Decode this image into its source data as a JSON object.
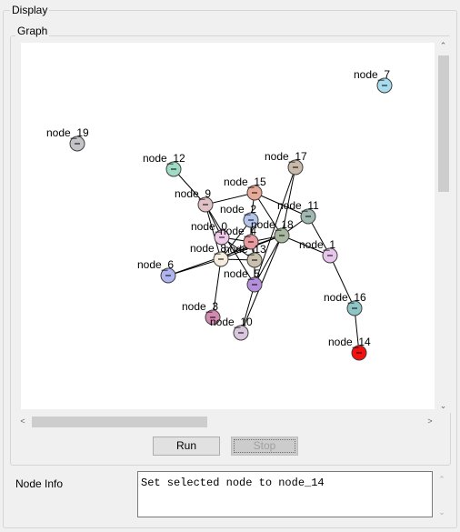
{
  "display": {
    "legend": "Display"
  },
  "graph": {
    "legend": "Graph",
    "colors": {
      "edge": "#000000",
      "node_stroke": "#404040",
      "background": "#ffffff"
    },
    "nodes": [
      {
        "id": "node_0",
        "label": "node_0",
        "color": "#efc8e8"
      },
      {
        "id": "node_1",
        "label": "node_1",
        "color": "#e6c6ea"
      },
      {
        "id": "node_2",
        "label": "node_2",
        "color": "#b4c4ec"
      },
      {
        "id": "node_3",
        "label": "node_3",
        "color": "#d389b0"
      },
      {
        "id": "node_4",
        "label": "node_4",
        "color": "#e89aa0"
      },
      {
        "id": "node_5",
        "label": "node_5",
        "color": "#b58fdc"
      },
      {
        "id": "node_6",
        "label": "node_6",
        "color": "#b1b5ef"
      },
      {
        "id": "node_7",
        "label": "node_7",
        "color": "#a6dced"
      },
      {
        "id": "node_8",
        "label": "node_8",
        "color": "#f5ecdd"
      },
      {
        "id": "node_9",
        "label": "node_9",
        "color": "#dfc1c6"
      },
      {
        "id": "node_10",
        "label": "node_10",
        "color": "#d8c6dc"
      },
      {
        "id": "node_11",
        "label": "node_11",
        "color": "#9fb8b2"
      },
      {
        "id": "node_12",
        "label": "node_12",
        "color": "#9fdcc4"
      },
      {
        "id": "node_13",
        "label": "node_13",
        "color": "#c9c1ac"
      },
      {
        "id": "node_14",
        "label": "node_14",
        "color": "#f51010"
      },
      {
        "id": "node_15",
        "label": "node_15",
        "color": "#e8aa98"
      },
      {
        "id": "node_16",
        "label": "node_16",
        "color": "#8ec6c6"
      },
      {
        "id": "node_17",
        "label": "node_17",
        "color": "#c8b9a8"
      },
      {
        "id": "node_18",
        "label": "node_18",
        "color": "#a8b8a0"
      },
      {
        "id": "node_19",
        "label": "node_19",
        "color": "#c4c4c8"
      }
    ],
    "edges": [
      [
        "node_14",
        "node_16"
      ],
      [
        "node_16",
        "node_1"
      ],
      [
        "node_1",
        "node_11"
      ],
      [
        "node_1",
        "node_18"
      ],
      [
        "node_11",
        "node_18"
      ],
      [
        "node_11",
        "node_15"
      ],
      [
        "node_15",
        "node_9"
      ],
      [
        "node_15",
        "node_18"
      ],
      [
        "node_15",
        "node_2"
      ],
      [
        "node_17",
        "node_18"
      ],
      [
        "node_17",
        "node_5"
      ],
      [
        "node_9",
        "node_0"
      ],
      [
        "node_9",
        "node_5"
      ],
      [
        "node_9",
        "node_8"
      ],
      [
        "node_12",
        "node_9"
      ],
      [
        "node_2",
        "node_8"
      ],
      [
        "node_2",
        "node_4"
      ],
      [
        "node_2",
        "node_13"
      ],
      [
        "node_18",
        "node_4"
      ],
      [
        "node_18",
        "node_8"
      ],
      [
        "node_18",
        "node_5"
      ],
      [
        "node_0",
        "node_4"
      ],
      [
        "node_0",
        "node_13"
      ],
      [
        "node_4",
        "node_8"
      ],
      [
        "node_4",
        "node_13"
      ],
      [
        "node_8",
        "node_6"
      ],
      [
        "node_8",
        "node_3"
      ],
      [
        "node_8",
        "node_13"
      ],
      [
        "node_6",
        "node_18"
      ],
      [
        "node_5",
        "node_10"
      ],
      [
        "node_10",
        "node_18"
      ],
      [
        "node_13",
        "node_5"
      ]
    ]
  },
  "buttons": {
    "run": "Run",
    "stop": "Stop"
  },
  "node_info": {
    "label": "Node Info",
    "text": "Set selected node to node_14"
  }
}
